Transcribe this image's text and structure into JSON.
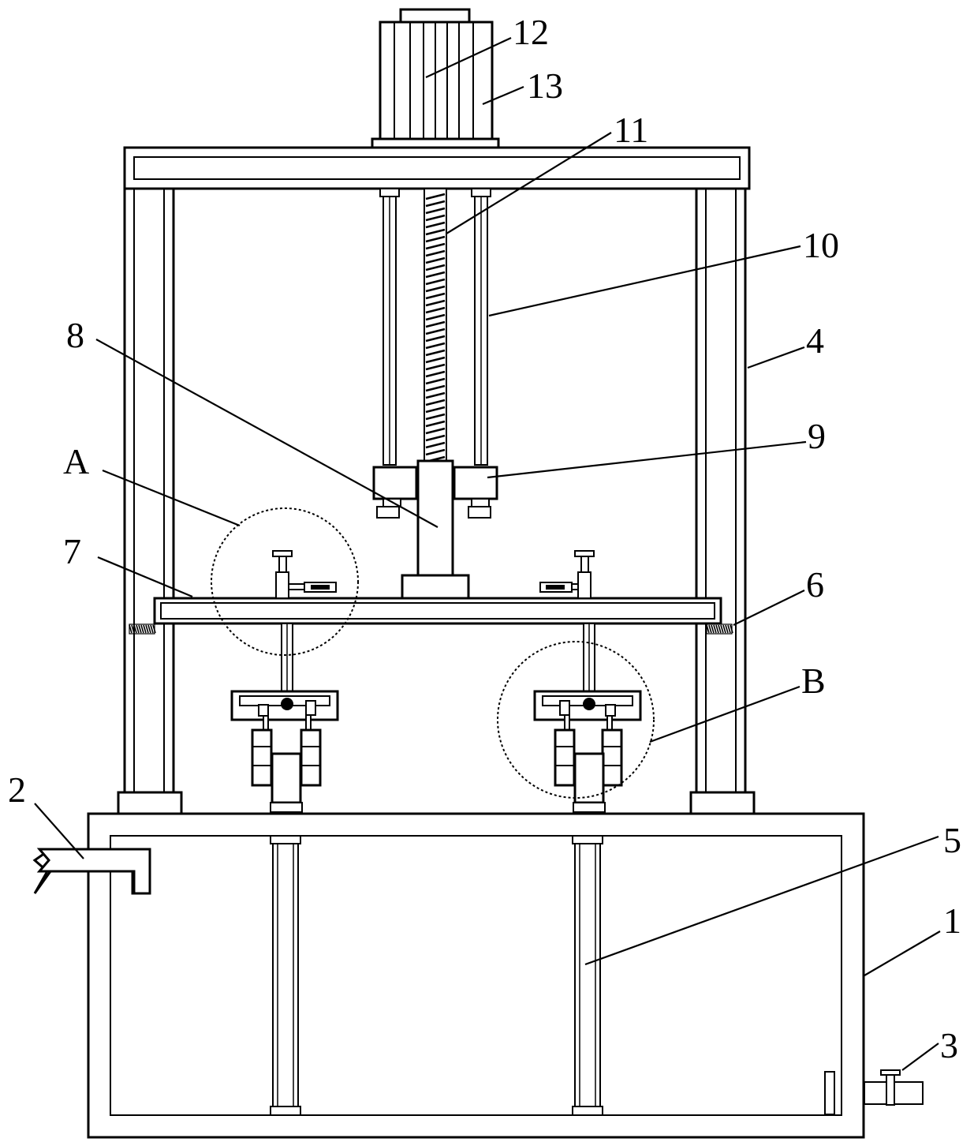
{
  "figure": {
    "callouts": [
      {
        "id": "c12",
        "text": "12",
        "part": "motor"
      },
      {
        "id": "c13",
        "text": "13",
        "part": "motor-housing"
      },
      {
        "id": "c11",
        "text": "11",
        "part": "lead-screw"
      },
      {
        "id": "c10",
        "text": "10",
        "part": "guide-rod"
      },
      {
        "id": "c8",
        "text": "8",
        "part": "lifting-column"
      },
      {
        "id": "c4",
        "text": "4",
        "part": "support-frame-leg"
      },
      {
        "id": "c9",
        "text": "9",
        "part": "slider-block"
      },
      {
        "id": "cA",
        "text": "A",
        "part": "detail-region-a"
      },
      {
        "id": "c7",
        "text": "7",
        "part": "mounting-plate"
      },
      {
        "id": "c6",
        "text": "6",
        "part": "spring"
      },
      {
        "id": "cB",
        "text": "B",
        "part": "detail-region-b"
      },
      {
        "id": "c2",
        "text": "2",
        "part": "inlet-pipe"
      },
      {
        "id": "c5",
        "text": "5",
        "part": "tank-column"
      },
      {
        "id": "c1",
        "text": "1",
        "part": "tank-body"
      },
      {
        "id": "c3",
        "text": "3",
        "part": "drain-valve"
      }
    ]
  }
}
